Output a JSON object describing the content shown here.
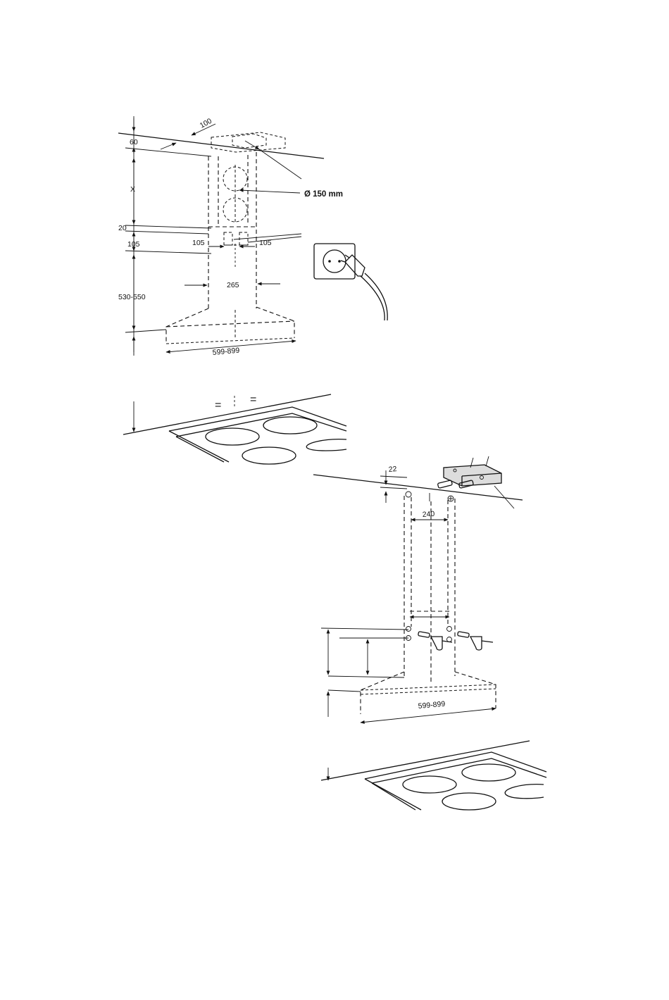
{
  "diagram_top": {
    "dim_top_offset": "60",
    "dim_tilt": "100",
    "dim_x": "X",
    "duct_diameter": "Ø 150 mm",
    "dim_20": "20",
    "dim_105_vertical": "105",
    "dim_105_left": "105",
    "dim_105_right": "105",
    "dim_width_chimney": "265",
    "dim_height_range": "530-550",
    "dim_hood_width": "599-899",
    "equal_left": "=",
    "equal_right": "="
  },
  "diagram_bottom": {
    "dim_top_offset": "22",
    "dim_bracket_spacing": "240",
    "dim_hood_width": "599-899"
  }
}
